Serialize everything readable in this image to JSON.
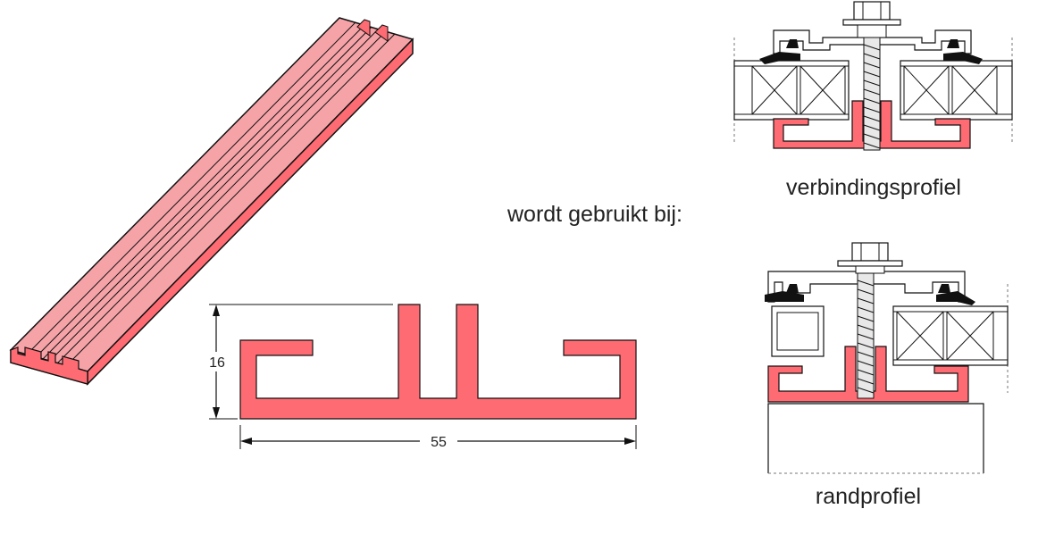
{
  "labels": {
    "used_with": "wordt gebruikt bij:",
    "connection_profile": "verbindingsprofiel",
    "edge_profile": "randprofiel"
  },
  "dimensions": {
    "height": "16",
    "width": "55"
  },
  "colors": {
    "profile_fill": "#ff6b72",
    "profile_fill_light": "#f6a3a8",
    "outline": "#111111",
    "background": "#ffffff"
  }
}
